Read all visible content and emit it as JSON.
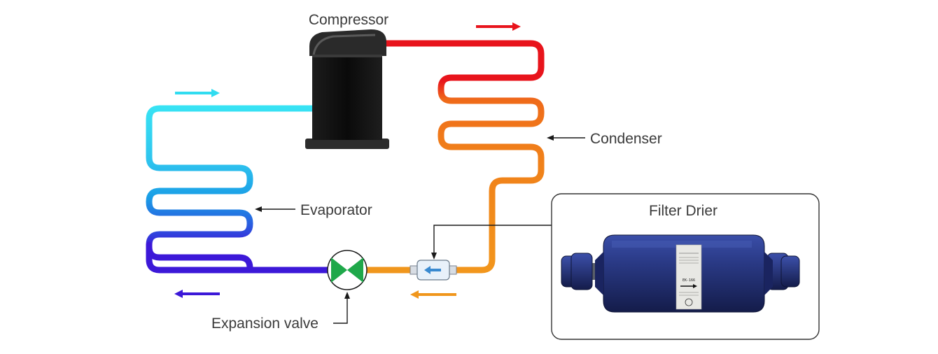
{
  "labels": {
    "compressor": "Compressor",
    "condenser": "Condenser",
    "evaporator": "Evaporator",
    "expansion_valve": "Expansion valve",
    "filter_drier": "Filter Drier"
  },
  "colors": {
    "hot_gas": "#e8141c",
    "warm": "#f07d1a",
    "liquid": "#f2961c",
    "cold_gas": "#30dcf0",
    "cold_mid": "#1a9ee6",
    "cold_liquid": "#3c18d8",
    "valve": "#1fa84a",
    "drier_body": "#2a3a86",
    "compressor": "#111111"
  },
  "drier_sticker": {
    "model": "EK-166"
  }
}
